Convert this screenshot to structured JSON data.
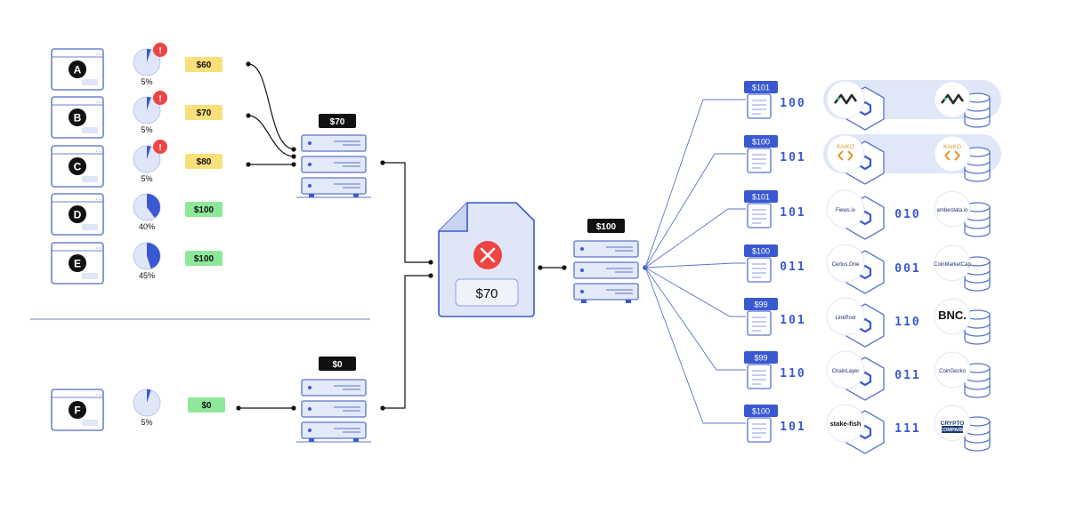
{
  "colors": {
    "primary_blue": "#3a59d1",
    "light_blue": "#dfe6f7",
    "outline_blue": "#5b74c9",
    "alert_red": "#ee4444",
    "price_yellow": "#f9e07a",
    "price_green": "#8ee89a",
    "badge_black": "#111111",
    "pill_bg": "#dfe7f8"
  },
  "left_nodes": [
    {
      "id": "A",
      "percent_label": "5%",
      "fraction": 0.05,
      "alert": true,
      "alert_symbol": "!",
      "price": "$60",
      "price_color": "yellow"
    },
    {
      "id": "B",
      "percent_label": "5%",
      "fraction": 0.05,
      "alert": true,
      "alert_symbol": "!",
      "price": "$70",
      "price_color": "yellow"
    },
    {
      "id": "C",
      "percent_label": "5%",
      "fraction": 0.05,
      "alert": true,
      "alert_symbol": "!",
      "price": "$80",
      "price_color": "yellow"
    },
    {
      "id": "D",
      "percent_label": "40%",
      "fraction": 0.4,
      "alert": false,
      "price": "$100",
      "price_color": "green"
    },
    {
      "id": "E",
      "percent_label": "45%",
      "fraction": 0.45,
      "alert": false,
      "price": "$100",
      "price_color": "green"
    },
    {
      "id": "F",
      "percent_label": "5%",
      "fraction": 0.05,
      "alert": false,
      "price": "$0",
      "price_color": "green"
    }
  ],
  "aggregator_top": {
    "price": "$70"
  },
  "aggregator_bottom": {
    "price": "$0"
  },
  "central_report": {
    "value": "$70",
    "status_icon": "x-icon"
  },
  "output_server": {
    "price": "$100"
  },
  "right_rows": [
    {
      "price": "$101",
      "code_left": "100",
      "code_right": "",
      "left_logo": "",
      "right_logo": "",
      "highlighted": true
    },
    {
      "price": "$100",
      "code_left": "101",
      "code_right": "",
      "left_logo": "KAIKO",
      "right_logo": "KAIKO",
      "highlighted": true
    },
    {
      "price": "$101",
      "code_left": "101",
      "code_right": "010",
      "left_logo": "Fiews.io",
      "right_logo": "amberdata.io",
      "highlighted": false
    },
    {
      "price": "$100",
      "code_left": "011",
      "code_right": "001",
      "left_logo": "Certus.One",
      "right_logo": "CoinMarketCap",
      "highlighted": false
    },
    {
      "price": "$99",
      "code_left": "101",
      "code_right": "110",
      "left_logo": "LinkPool",
      "right_logo": "BNC.",
      "highlighted": false
    },
    {
      "price": "$99",
      "code_left": "110",
      "code_right": "011",
      "left_logo": "ChainLayer",
      "right_logo": "CoinGecko",
      "highlighted": false
    },
    {
      "price": "$100",
      "code_left": "101",
      "code_right": "111",
      "left_logo": "stake-fish",
      "right_logo": "CRYPTO COMPARE",
      "highlighted": false
    }
  ]
}
